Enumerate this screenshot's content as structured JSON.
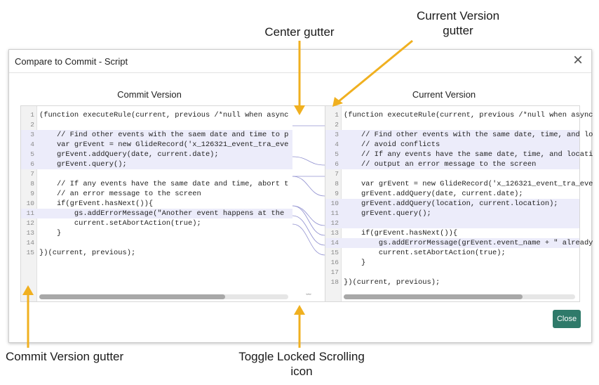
{
  "callouts": {
    "current_gutter_line1": "Current Version",
    "current_gutter_line2": "gutter",
    "center_gutter": "Center gutter",
    "commit_gutter": "Commit Version gutter",
    "toggle_line1": "Toggle Locked Scrolling",
    "toggle_line2": "icon"
  },
  "dialog": {
    "title": "Compare to Commit - Script",
    "close_icon": "×",
    "commit_title": "Commit Version",
    "current_title": "Current Version",
    "close_button": "Close",
    "lock_icon_text": "⇔⇔",
    "accent_color": "#2f7a6a",
    "highlight_color": "#ececfa"
  },
  "commit_lines": [
    {
      "n": "1",
      "t": "(function executeRule(current, previous /*null when async",
      "hl": false
    },
    {
      "n": "2",
      "t": "",
      "hl": false
    },
    {
      "n": "3",
      "t": "    // Find other events with the saem date and time to p",
      "hl": true
    },
    {
      "n": "4",
      "t": "    var grEvent = new GlideRecord('x_126321_event_tra_eve",
      "hl": true
    },
    {
      "n": "5",
      "t": "    grEvent.addQuery(date, current.date);",
      "hl": true
    },
    {
      "n": "6",
      "t": "    grEvent.query();",
      "hl": true
    },
    {
      "n": "7",
      "t": "",
      "hl": false
    },
    {
      "n": "8",
      "t": "    // If any events have the same date and time, abort t",
      "hl": false
    },
    {
      "n": "9",
      "t": "    // an error message to the screen",
      "hl": false
    },
    {
      "n": "10",
      "t": "    if(grEvent.hasNext()){",
      "hl": false
    },
    {
      "n": "11",
      "t": "        gs.addErrorMessage(\"Another event happens at the",
      "hl": true
    },
    {
      "n": "12",
      "t": "        current.setAbortAction(true);",
      "hl": false
    },
    {
      "n": "13",
      "t": "    }",
      "hl": false
    },
    {
      "n": "14",
      "t": "",
      "hl": false
    },
    {
      "n": "15",
      "t": "})(current, previous);",
      "hl": false
    }
  ],
  "current_lines": [
    {
      "n": "1",
      "t": "(function executeRule(current, previous /*null when async",
      "hl": false
    },
    {
      "n": "2",
      "t": "",
      "hl": false
    },
    {
      "n": "3",
      "t": "    // Find other events with the same date, time, and lo",
      "hl": true
    },
    {
      "n": "4",
      "t": "    // avoid conflicts",
      "hl": true
    },
    {
      "n": "5",
      "t": "    // If any events have the same date, time, and locati",
      "hl": true
    },
    {
      "n": "6",
      "t": "    // output an error message to the screen",
      "hl": true
    },
    {
      "n": "7",
      "t": "",
      "hl": false
    },
    {
      "n": "8",
      "t": "    var grEvent = new GlideRecord('x_126321_event_tra_eve",
      "hl": false
    },
    {
      "n": "9",
      "t": "    grEvent.addQuery(date, current.date);",
      "hl": false
    },
    {
      "n": "10",
      "t": "    grEvent.addQuery(location, current.location);",
      "hl": true
    },
    {
      "n": "11",
      "t": "    grEvent.query();",
      "hl": true
    },
    {
      "n": "12",
      "t": "",
      "hl": true
    },
    {
      "n": "13",
      "t": "    if(grEvent.hasNext()){",
      "hl": false
    },
    {
      "n": "14",
      "t": "        gs.addErrorMessage(grEvent.event_name + \" already",
      "hl": true
    },
    {
      "n": "15",
      "t": "        current.setAbortAction(true);",
      "hl": false
    },
    {
      "n": "16",
      "t": "    }",
      "hl": false
    },
    {
      "n": "17",
      "t": "",
      "hl": false
    },
    {
      "n": "18",
      "t": "})(current, previous);",
      "hl": false
    }
  ]
}
